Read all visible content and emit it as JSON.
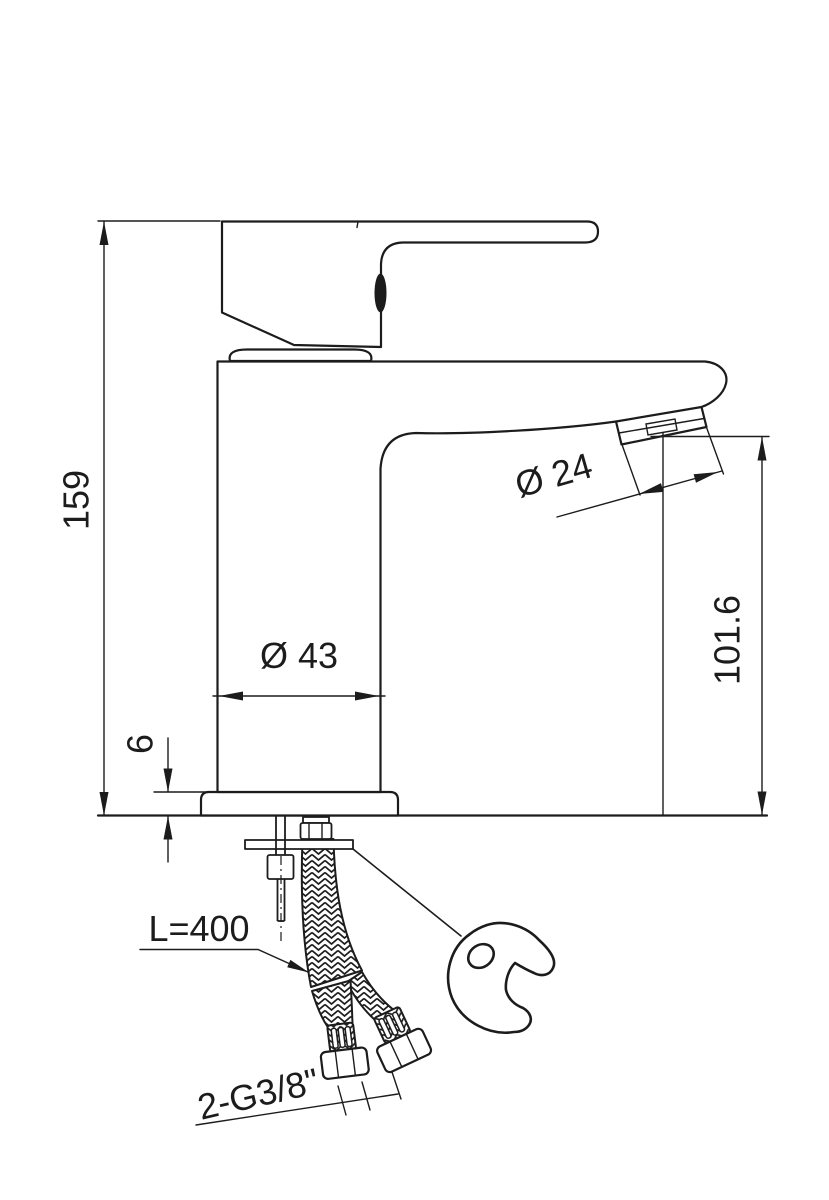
{
  "drawing": {
    "colors": {
      "line": "#1c1c1c",
      "background": "#ffffff"
    },
    "dimensions": {
      "overall_height": "159",
      "base_diameter": "Ø 43",
      "base_plate_thickness": "6",
      "aerator_diameter": "Ø 24",
      "spout_outlet_height": "101.6",
      "hose_length": "L=400",
      "connection_thread": "2-G3/8\""
    }
  }
}
